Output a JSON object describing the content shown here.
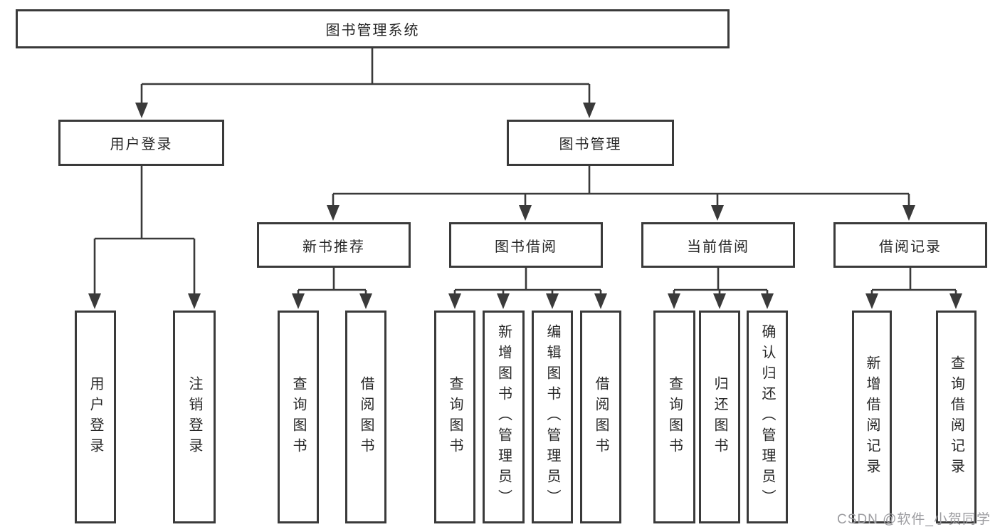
{
  "page": {
    "background_color": "#ffffff",
    "line_color": "#3a3a3a",
    "text_color": "#282828"
  },
  "watermark": {
    "text": "CSDN @软件_小贺同学",
    "color": "#9c9ca0"
  },
  "tree": {
    "root": {
      "label": "图书管理系统"
    },
    "branches": [
      {
        "label": "用户登录",
        "children": [
          {
            "label": "用户登录"
          },
          {
            "label": "注销登录"
          }
        ]
      },
      {
        "label": "图书管理",
        "children": [
          {
            "label": "新书推荐",
            "children": [
              {
                "label": "查询图书"
              },
              {
                "label": "借阅图书"
              }
            ]
          },
          {
            "label": "图书借阅",
            "children": [
              {
                "label": "查询图书"
              },
              {
                "label": "新增图书（管理员）"
              },
              {
                "label": "编辑图书（管理员）"
              },
              {
                "label": "借阅图书"
              }
            ]
          },
          {
            "label": "当前借阅",
            "children": [
              {
                "label": "查询图书"
              },
              {
                "label": "归还图书"
              },
              {
                "label": "确认归还（管理员）"
              }
            ]
          },
          {
            "label": "借阅记录",
            "children": [
              {
                "label": "新增借阅记录"
              },
              {
                "label": "查询借阅记录"
              }
            ]
          }
        ]
      }
    ]
  }
}
